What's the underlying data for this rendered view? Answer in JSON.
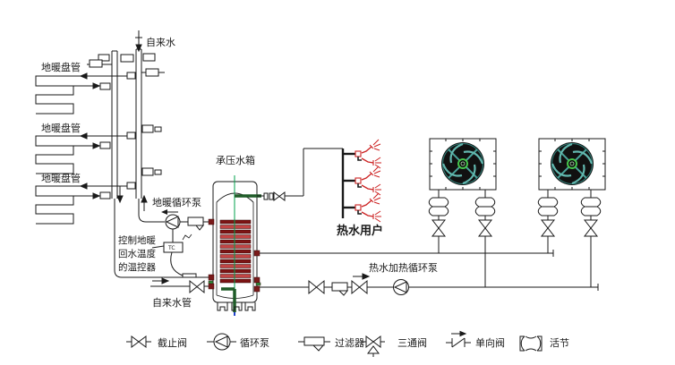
{
  "labels": {
    "tap_water": "自来水",
    "floor_coil_1": "地暖盘管",
    "floor_coil_2": "地暖盘管",
    "floor_coil_3": "地暖盘管",
    "tank": "承压水箱",
    "floor_pump": "地暖循环泵",
    "thermostat_l1": "控制地暖",
    "thermostat_l2": "回水温度",
    "thermostat_l3": "的温控器",
    "thermostat_box": "TC",
    "tap_water_pipe": "自来水管",
    "hot_water_users": "热水用户",
    "hw_pump": "热水加热循环泵"
  },
  "legend": {
    "shutoff_valve": "截止阀",
    "circulation_pump": "循环泵",
    "filter": "过滤器",
    "three_way_valve": "三通阀",
    "check_valve": "单向阀",
    "union": "活节"
  },
  "colors": {
    "line": "#1a1a1a",
    "coil_dark": "#7d1414",
    "coil_light": "#c24444",
    "green_line": "#00a14b",
    "dark_green": "#1f5c28",
    "tap_red": "#cc2222",
    "fan_body": "#111111",
    "fan_teal": "#4aa39a",
    "hub_green": "#46c24b",
    "port_red": "#7a1a1a",
    "blue_tip": "#2244cc"
  }
}
